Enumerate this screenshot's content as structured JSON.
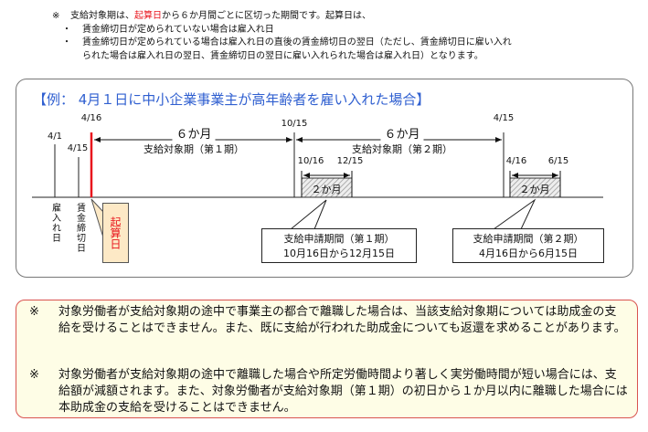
{
  "top_note": {
    "mark": "※",
    "line1_pre": "支給対象期は、",
    "line1_red": "起算日",
    "line1_post": "から６か月間ごとに区切った期間です。起算日は、",
    "bullet": "・",
    "item1": "賃金締切日が定められていない場合は雇入れ日",
    "item2_line1": "賃金締切日が定められている場合は雇入れ日の直後の賃金締切日の翌日（ただし、賃金締切日に雇い入れ",
    "item2_line2": "られた場合は雇入れ日の翌日、賃金締切日の翌日に雇い入れられた場合は雇入れ日）となります。"
  },
  "diagram": {
    "title": "【例： 4月１日に中小企業事業主が高年齢者を雇い入れた場合】",
    "dates": {
      "d_4_1": "4/1",
      "d_4_15": "4/15",
      "d_4_16": "4/16",
      "d_10_15": "10/15",
      "d_10_16": "10/16",
      "d_12_15": "12/15",
      "d_4_15b": "4/15",
      "d_4_16b": "4/16",
      "d_6_15": "6/15"
    },
    "period1": {
      "length": "６か月",
      "label": "支給対象期（第１期）"
    },
    "period2": {
      "length": "６か月",
      "label": "支給対象期（第２期）"
    },
    "two_months": "２か月",
    "hire_date": "雇入れ日",
    "wage_cutoff": "賃金締切日",
    "start_date": "起算日",
    "callout1": {
      "title": "支給申請期間（第１期）",
      "range": "10月16日から12月15日"
    },
    "callout2": {
      "title": "支給申請期間（第２期）",
      "range": "4月16日から6月15日"
    }
  },
  "warnings": [
    {
      "mark": "※",
      "text": "対象労働者が支給対象期の途中で事業主の都合で離職した場合は、当該支給対象期については助成金の支給を受けることはできません。また、既に支給が行われた助成金についても返還を求めることがあります。"
    },
    {
      "mark": "※",
      "text": "対象労働者が支給対象期の途中で離職した場合や所定労働時間より著しく実労働時間が短い場合には、支給額が減額されます。また、対象労働者が支給対象期（第１期）の初日から１か月以内に離職した場合には本助成金の支給を受けることはできません。"
    }
  ],
  "colors": {
    "accent_red": "#e8141c",
    "title_blue": "#2f5fd0",
    "warn_border": "#d9534f",
    "warn_bg": "#fefde6",
    "start_box": "#fde9c6"
  }
}
